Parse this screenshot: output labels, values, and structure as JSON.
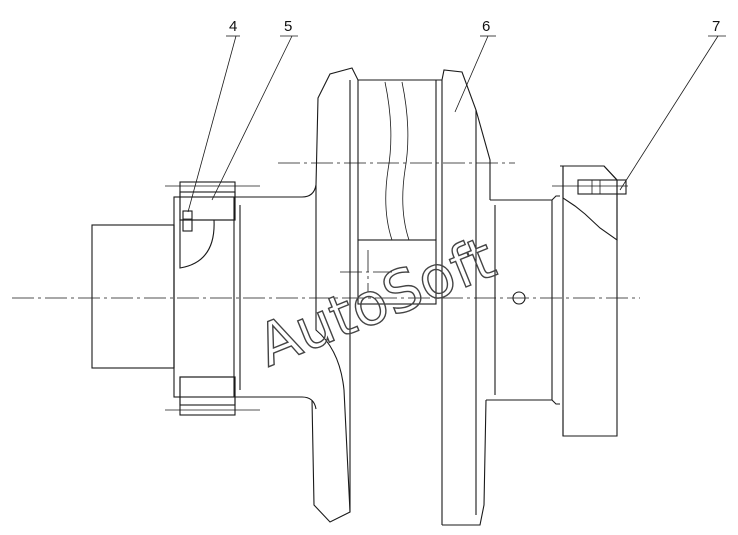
{
  "callouts": [
    {
      "id": "4",
      "label": "4"
    },
    {
      "id": "5",
      "label": "5"
    },
    {
      "id": "6",
      "label": "6"
    },
    {
      "id": "7",
      "label": "7"
    }
  ],
  "watermark": {
    "text": "AutoSoft"
  },
  "colors": {
    "ink": "#1a1a1a",
    "background": "#ffffff"
  }
}
